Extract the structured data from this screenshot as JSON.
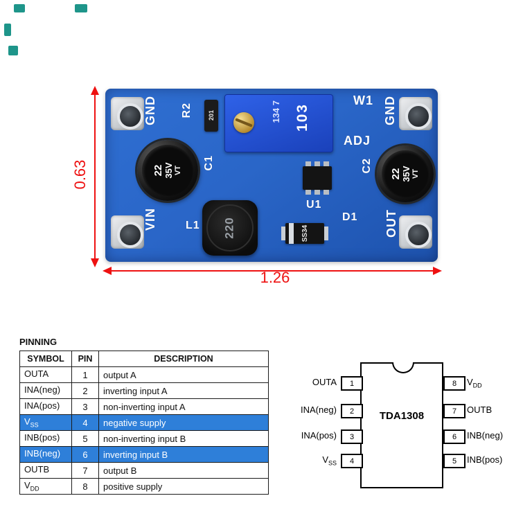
{
  "colors": {
    "pcb_blue": "#2a66c8",
    "trimmer_blue": "#2553d6",
    "dimension_red": "#ee1111",
    "row_highlight_blue": "#2e7fd9"
  },
  "board": {
    "dimension_height_label": "0.63",
    "dimension_width_label": "1.26",
    "silkscreen": {
      "gnd_top_left": "GND",
      "gnd_top_right": "GND",
      "vin": "VIN",
      "out": "OUT",
      "r2": "R2",
      "w1": "W1",
      "adj": "ADJ",
      "c1": "C1",
      "c2": "C2",
      "u1": "U1",
      "d1": "D1",
      "l1": "L1"
    },
    "markings": {
      "resistor_code": "201",
      "trimmer_code": "103",
      "trimmer_side_marking": "134 7",
      "capacitor_value": "22",
      "capacitor_voltage": "35V",
      "capacitor_series": "VT",
      "inductor_code": "220",
      "diode_code": "SS34"
    }
  },
  "pinning_table": {
    "title": "PINNING",
    "headers": [
      "SYMBOL",
      "PIN",
      "DESCRIPTION"
    ],
    "rows": [
      {
        "sym": "OUTA",
        "sub": "",
        "pin": "1",
        "desc": "output A"
      },
      {
        "sym": "INA(neg)",
        "sub": "",
        "pin": "2",
        "desc": "inverting input A"
      },
      {
        "sym": "INA(pos)",
        "sub": "",
        "pin": "3",
        "desc": "non-inverting input A"
      },
      {
        "sym": "V",
        "sub": "SS",
        "pin": "4",
        "desc": "negative supply"
      },
      {
        "sym": "INB(pos)",
        "sub": "",
        "pin": "5",
        "desc": "non-inverting input B"
      },
      {
        "sym": "INB(neg)",
        "sub": "",
        "pin": "6",
        "desc": "inverting input B"
      },
      {
        "sym": "OUTB",
        "sub": "",
        "pin": "7",
        "desc": "output B"
      },
      {
        "sym": "V",
        "sub": "DD",
        "pin": "8",
        "desc": "positive supply"
      }
    ]
  },
  "ic_diagram": {
    "name": "TDA1308",
    "left_pins": [
      {
        "label": "OUTA",
        "sub": "",
        "num": "1"
      },
      {
        "label": "INA(neg)",
        "sub": "",
        "num": "2"
      },
      {
        "label": "INA(pos)",
        "sub": "",
        "num": "3"
      },
      {
        "label": "V",
        "sub": "SS",
        "num": "4"
      }
    ],
    "right_pins": [
      {
        "label": "V",
        "sub": "DD",
        "num": "8"
      },
      {
        "label": "OUTB",
        "sub": "",
        "num": "7"
      },
      {
        "label": "INB(neg)",
        "sub": "",
        "num": "6"
      },
      {
        "label": "INB(pos)",
        "sub": "",
        "num": "5"
      }
    ]
  }
}
